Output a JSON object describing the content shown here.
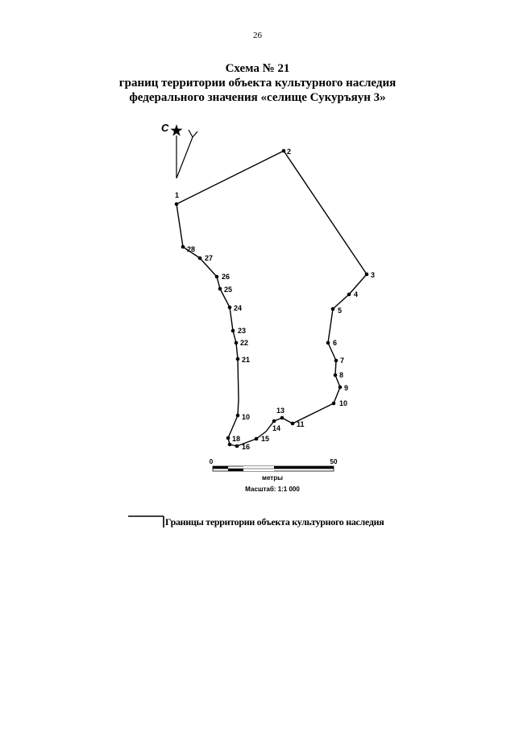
{
  "page_number": "26",
  "title": {
    "line1": "Схема № 21",
    "line2": "границ территории объекта культурного наследия",
    "line3": "федерального значения «селище Сукуръяун 3»"
  },
  "north_arrow": {
    "label": "С",
    "icon": "star-icon"
  },
  "boundary_points": [
    {
      "label": "1"
    },
    {
      "label": "2"
    },
    {
      "label": "3"
    },
    {
      "label": "4"
    },
    {
      "label": "5"
    },
    {
      "label": "6"
    },
    {
      "label": "7"
    },
    {
      "label": "8"
    },
    {
      "label": "9"
    },
    {
      "label": "10"
    },
    {
      "label": "11"
    },
    {
      "label": "13"
    },
    {
      "label": "14"
    },
    {
      "label": "15"
    },
    {
      "label": "16"
    },
    {
      "label": "18"
    },
    {
      "label": "10"
    },
    {
      "label": "21"
    },
    {
      "label": "22"
    },
    {
      "label": "23"
    },
    {
      "label": "24"
    },
    {
      "label": "25"
    },
    {
      "label": "26"
    },
    {
      "label": "27"
    },
    {
      "label": "28"
    }
  ],
  "scale_bar": {
    "min_label": "0",
    "max_label": "50",
    "units": "метры",
    "scale_text": "Масштаб: 1:1 000"
  },
  "legend": {
    "label": "Границы территории объекта культурного наследия"
  }
}
